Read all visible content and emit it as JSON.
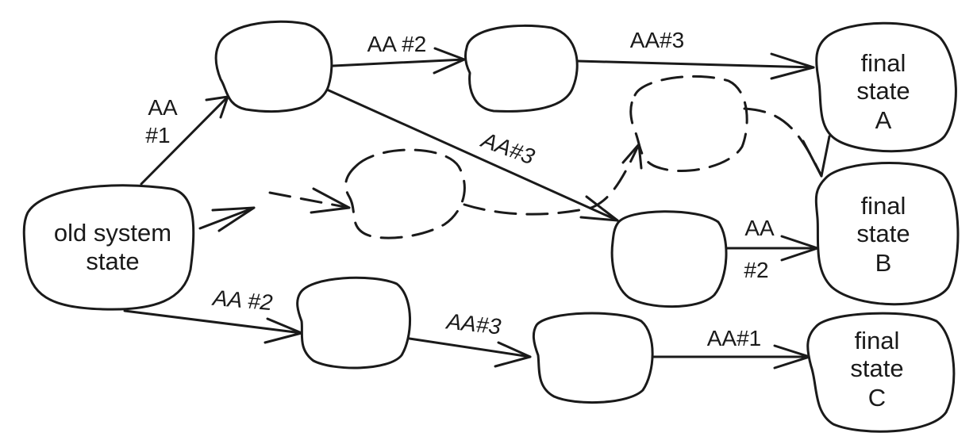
{
  "nodes": {
    "old": {
      "line1": "old system",
      "line2": "state"
    },
    "final_a": {
      "line1": "final",
      "line2": "state",
      "line3": "A"
    },
    "final_b": {
      "line1": "final",
      "line2": "state",
      "line3": "B"
    },
    "final_c": {
      "line1": "final",
      "line2": "state",
      "line3": "C"
    }
  },
  "edges": {
    "old_to_top1": {
      "line1": "AA",
      "line2": "#1"
    },
    "top1_to_top2": "AA #2",
    "top2_to_final_a": "AA#3",
    "top1_to_mid_right": "AA#3",
    "mid_right_to_final_b": {
      "line1": "AA",
      "line2": "#2"
    },
    "old_to_bottom1": "AA #2",
    "bottom1_to_bottom2": "AA#3",
    "bottom2_to_final_c": "AA#1"
  },
  "colors": {
    "stroke": "#1a1a1a",
    "background": "#ffffff"
  }
}
